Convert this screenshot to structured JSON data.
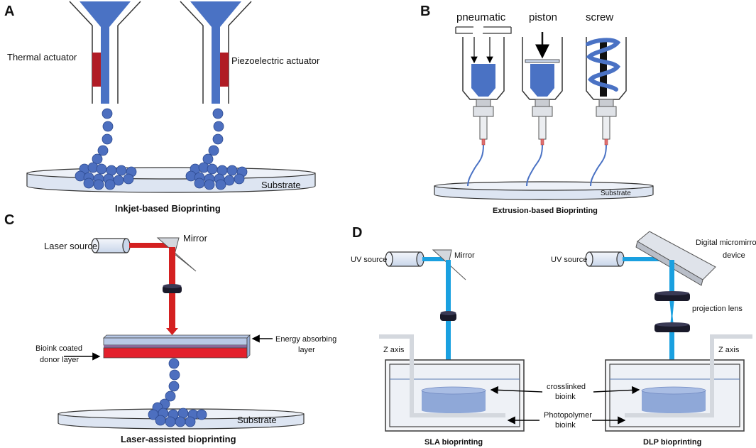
{
  "panels": {
    "a": {
      "letter": "A",
      "thermal_label": "Thermal actuator",
      "piezo_label": "Piezoelectric actuator",
      "substrate_label": "Substrate",
      "caption": "Inkjet-based Bioprinting"
    },
    "b": {
      "letter": "B",
      "labels": [
        "pneumatic",
        "piston",
        "screw"
      ],
      "substrate_label": "Substrate",
      "caption": "Extrusion-based Bioprinting"
    },
    "c": {
      "letter": "C",
      "laser_label": "Laser source",
      "mirror_label": "Mirror",
      "energy_label_1": "Energy absorbing",
      "energy_label_2": "layer",
      "donor_label_1": "Bioink coated",
      "donor_label_2": "donor layer",
      "substrate_label": "Substrate",
      "caption": "Laser-assisted bioprinting"
    },
    "d": {
      "letter": "D",
      "uv_label_left": "UV source",
      "mirror_label": "Mirror",
      "uv_label_right": "UV source",
      "dmd_label_1": "Digital micromirror",
      "dmd_label_2": "device",
      "projection_label": "projection lens",
      "zaxis_left": "Z  axis",
      "zaxis_right": "Z  axis",
      "crosslinked_1": "crosslinked",
      "crosslinked_2": "bioink",
      "photopolymer_1": "Photopolymer",
      "photopolymer_2": "bioink",
      "caption_sla": "SLA bioprinting",
      "caption_dlp": "DLP bioprinting"
    }
  },
  "colors": {
    "blue": "#4a72c4",
    "droplet": "#4d6fbf",
    "red": "#d42020",
    "darkred": "#b01c25",
    "uvblue": "#1aa0e0",
    "bioink": "#8fa8d8",
    "substrate": "#dde5f2",
    "lightgray": "#d4d8de"
  }
}
